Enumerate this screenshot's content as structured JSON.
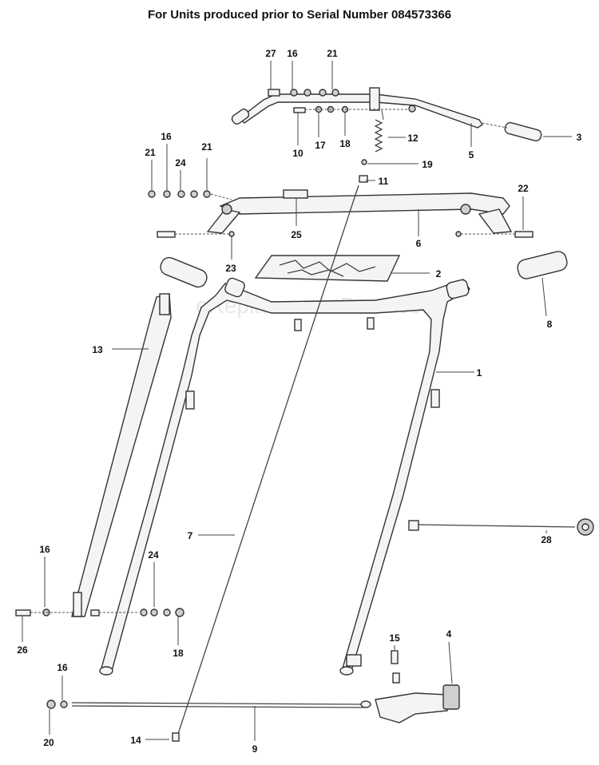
{
  "title": "For Units produced prior to Serial Number 084573366",
  "watermark": "eReplacementParts.com",
  "callouts": {
    "c27": "27",
    "c16a": "16",
    "c21a": "21",
    "c10": "10",
    "c17": "17",
    "c18a": "18",
    "c12": "12",
    "c5": "5",
    "c3": "3",
    "c19": "19",
    "c11": "11",
    "c21b": "21",
    "c16b": "16",
    "c24a": "24",
    "c21c": "21",
    "c22": "22",
    "c25": "25",
    "c6": "6",
    "c23": "23",
    "c2": "2",
    "c8": "8",
    "c13": "13",
    "c1": "1",
    "c7": "7",
    "c28": "28",
    "c16c": "16",
    "c24b": "24",
    "c26": "26",
    "c18b": "18",
    "c15": "15",
    "c4": "4",
    "c16d": "16",
    "c20": "20",
    "c14": "14",
    "c9": "9"
  }
}
